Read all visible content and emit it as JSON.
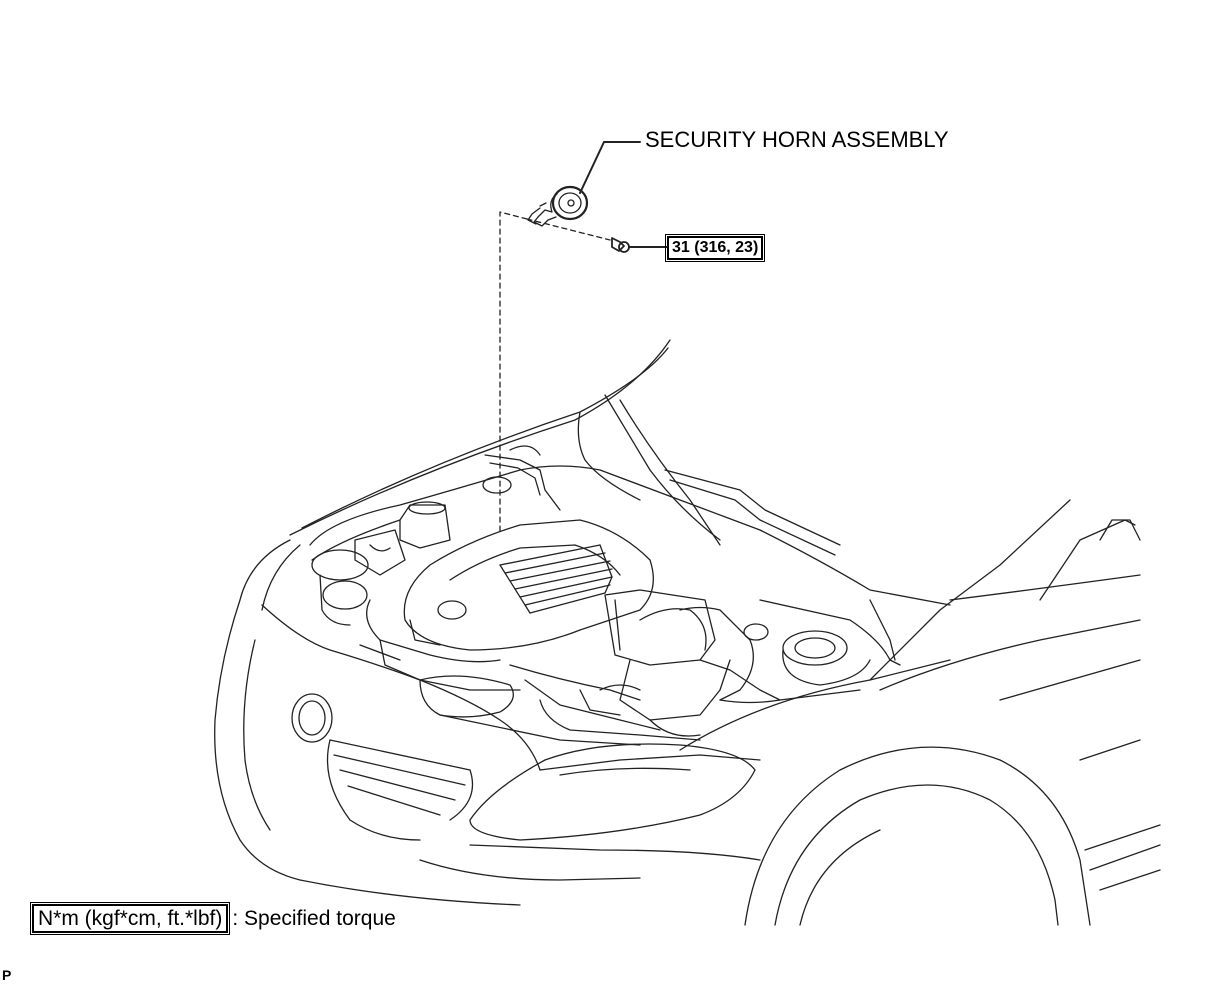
{
  "callouts": {
    "horn_assembly": "SECURITY HORN ASSEMBLY",
    "torque_value": "31 (316, 23)"
  },
  "legend": {
    "torque_box_label": "N*m (kgf*cm, ft.*lbf)",
    "torque_description": ": Specified torque"
  },
  "page_code": "P",
  "colors": {
    "line": "#000000",
    "background": "#ffffff"
  },
  "icons": {
    "horn": "security-horn-icon",
    "bolt": "bolt-icon"
  }
}
